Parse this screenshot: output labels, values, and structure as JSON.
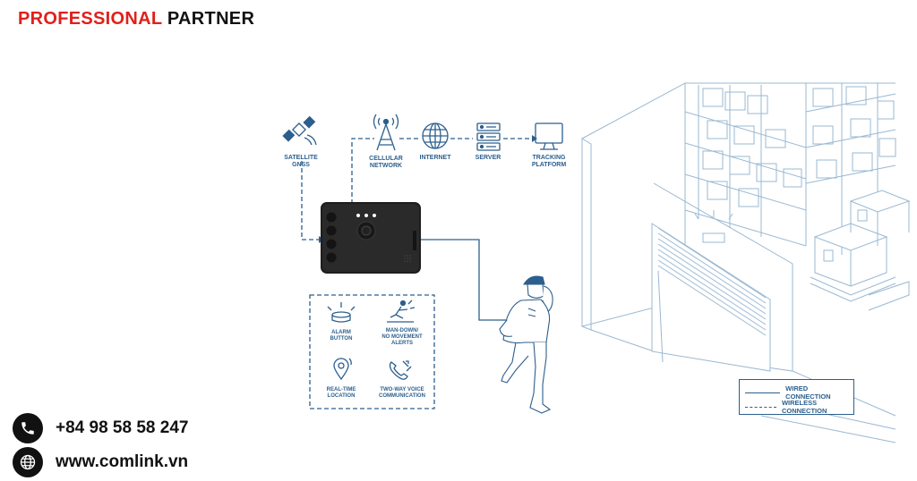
{
  "brand": {
    "part1": "PROFESSIONAL",
    "part2": "PARTNER"
  },
  "contact": {
    "phone": "+84 98 58 58 247",
    "website": "www.comlink.vn"
  },
  "diagram": {
    "nodes": {
      "satellite": [
        "SATELLITE",
        "GNSS"
      ],
      "cellular": [
        "CELLULAR",
        "NETWORK"
      ],
      "internet": [
        "INTERNET"
      ],
      "server": [
        "SERVER"
      ],
      "tracking": [
        "TRACKING",
        "PLATFORM"
      ]
    },
    "features": {
      "alarm": [
        "ALARM",
        "BUTTON"
      ],
      "mandown": [
        "MAN-DOWN/",
        "NO MOVEMENT",
        "ALERTS"
      ],
      "location": [
        "REAL-TIME",
        "LOCATION"
      ],
      "voice": [
        "TWO-WAY VOICE",
        "COMMUNICATION"
      ]
    }
  },
  "legend": {
    "wired": "WIRED CONNECTION",
    "wireless": "WIRELESS CONNECTION"
  },
  "colors": {
    "brand_red": "#e0201b",
    "diagram_blue": "#2c5f8d",
    "sketch_blue": "#9ab8d2"
  },
  "icons": [
    "phone-icon",
    "globe-icon",
    "satellite-icon",
    "tower-icon",
    "internet-icon",
    "server-icon",
    "monitor-icon",
    "alarm-icon",
    "man-down-icon",
    "location-icon",
    "voice-call-icon"
  ]
}
